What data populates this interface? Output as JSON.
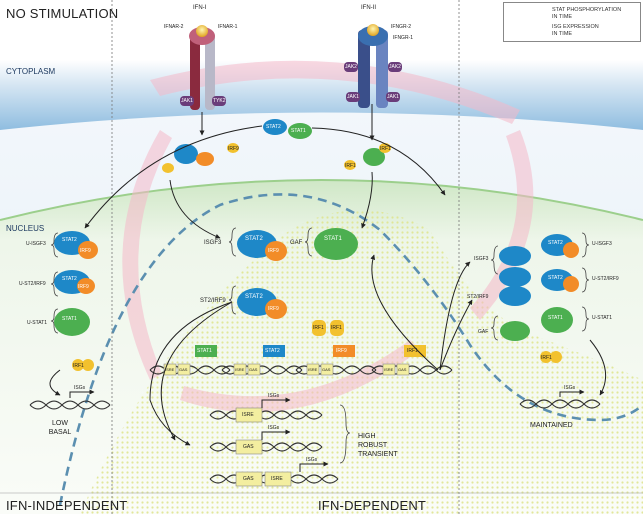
{
  "regions": {
    "no_stimulation": "NO STIMULATION",
    "cytoplasm": "CYTOPLASM",
    "nucleus": "NUCLEUS",
    "ifn_independent": "IFN-INDEPENDENT",
    "ifn_dependent": "IFN-DEPENDENT"
  },
  "ligands": {
    "ifn1": "IFN-I",
    "ifn2": "IFN-II"
  },
  "receptors": {
    "ifnar2": "IFNAR-2",
    "ifnar1": "IFNAR-1",
    "ifngr2": "IFNGR-2",
    "ifngr1": "IFNGR-1"
  },
  "kinases": {
    "jak1": "JAK1",
    "tyk2": "TYK2",
    "jak2": "JAK2"
  },
  "proteins": {
    "stat1": "STAT1",
    "stat2": "STAT2",
    "irf9": "IRF9",
    "irf1": "IRF1"
  },
  "complexes": {
    "u_isgf3": "U-ISGF3",
    "u_st2_irf9": "U-ST2/IRF9",
    "u_stat1": "U-STAT1",
    "isgf3": "ISGF3",
    "gaf": "GAF",
    "st2_irf9": "ST2/IRF9"
  },
  "elements": {
    "isre": "ISRE",
    "gas": "GAS",
    "isgs": "ISGs"
  },
  "outcomes": {
    "low": "LOW",
    "basal": "BASAL",
    "high": "HIGH",
    "robust": "ROBUST",
    "transient": "TRANSIENT",
    "maintained": "MAINTAINED"
  },
  "legend": {
    "phospho_line1": "STAT PHOSPHORYLATION",
    "phospho_line2": "IN TIME",
    "isg_line1": "ISG EXPRESSION",
    "isg_line2": "IN TIME"
  },
  "colors": {
    "stat1": "#4caf50",
    "stat2": "#1e88c8",
    "irf9": "#f28c28",
    "irf1": "#f2c12e",
    "jak": "#6a3d7a",
    "phospho_line": "#5b8fb0",
    "isg_dots": "#e2e79a",
    "pink_arrow": "#f4b8c8"
  }
}
